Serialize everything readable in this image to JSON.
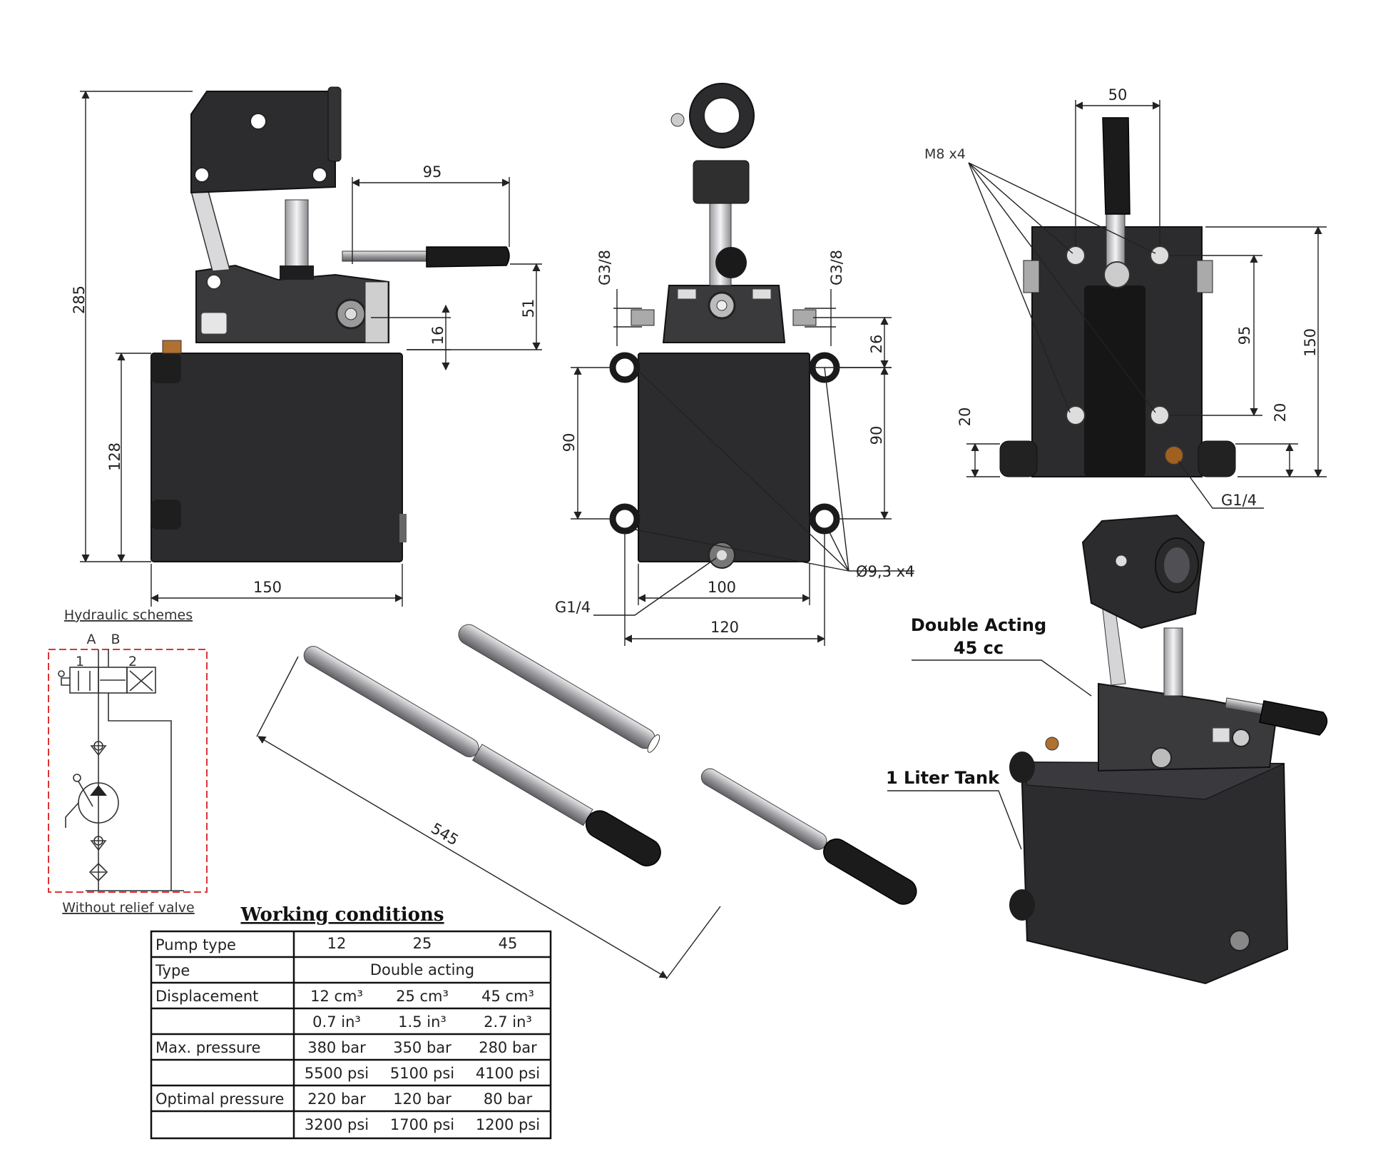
{
  "front_view": {
    "dim_height": "285",
    "dim_tank": "128",
    "dim_width": "150",
    "dim_handle": "95",
    "dim_port_height": "51",
    "dim_port_offset": "16"
  },
  "side_view": {
    "port_left": "G3/8",
    "port_right": "G3/8",
    "dim_top": "26",
    "dim_holes_left": "90",
    "dim_holes_right": "90",
    "dim_inner": "100",
    "dim_outer": "120",
    "drain_port": "G1/4",
    "holes": "Ø9,3 x4"
  },
  "top_view": {
    "dim_width": "50",
    "bolts": "M8 x4",
    "dim_bolts": "95",
    "dim_height": "150",
    "dim_left": "20",
    "dim_right": "20",
    "port": "G1/4"
  },
  "schematic": {
    "title": "Hydraulic schemes",
    "port_a": "A",
    "port_b": "B",
    "pos1": "1",
    "pos2": "2",
    "caption": "Without relief valve"
  },
  "handle": {
    "length": "545"
  },
  "iso_view": {
    "label_pump_line1": "Double Acting",
    "label_pump_line2": "45 cc",
    "label_tank": "1 Liter Tank"
  },
  "table": {
    "title": "Working conditions",
    "header": {
      "label": "Pump type",
      "c1": "12",
      "c2": "25",
      "c3": "45"
    },
    "type_label": "Type",
    "type_value": "Double acting",
    "rows": [
      {
        "label": "Displacement",
        "c1": "12 cm³",
        "c2": "25 cm³",
        "c3": "45 cm³"
      },
      {
        "label": "",
        "c1": "0.7 in³",
        "c2": "1.5 in³",
        "c3": "2.7 in³"
      },
      {
        "label": "Max. pressure",
        "c1": "380 bar",
        "c2": "350 bar",
        "c3": "280 bar"
      },
      {
        "label": "",
        "c1": "5500 psi",
        "c2": "5100 psi",
        "c3": "4100 psi"
      },
      {
        "label": "Optimal pressure",
        "c1": "220 bar",
        "c2": "120 bar",
        "c3": "80 bar"
      },
      {
        "label": "",
        "c1": "3200 psi",
        "c2": "1700 psi",
        "c3": "1200 psi"
      }
    ]
  }
}
